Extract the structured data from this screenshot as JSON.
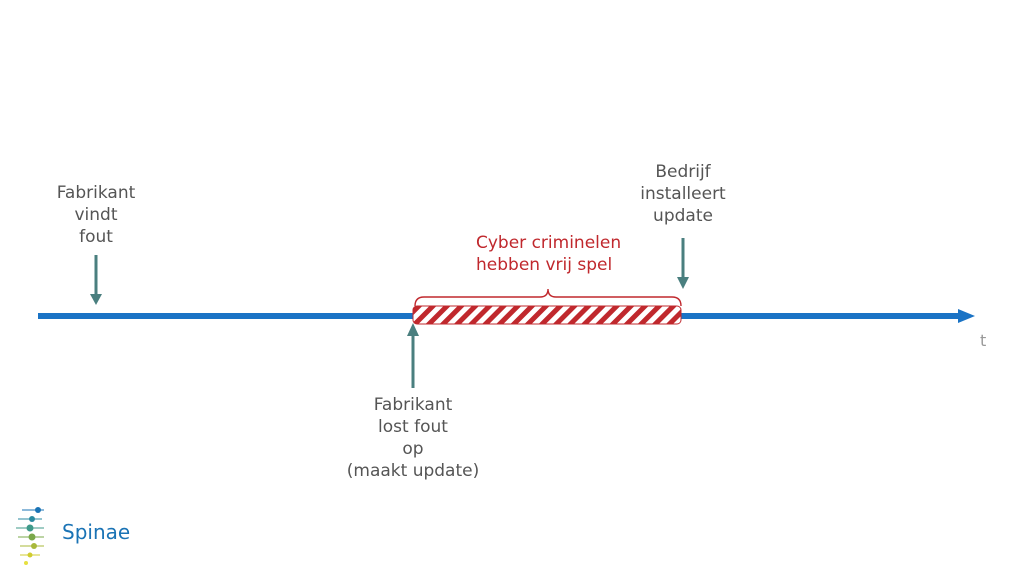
{
  "labels": {
    "finds": [
      "Fabrikant",
      "vindt",
      "fout"
    ],
    "installs": [
      "Bedrijf",
      "installeert",
      "update"
    ],
    "fixes": [
      "Fabrikant",
      "lost fout",
      "op",
      "(maakt update)"
    ],
    "criminals": [
      "Cyber criminelen",
      "hebben vrij spel"
    ],
    "axis_t": "t"
  },
  "logo": {
    "text": "Spinae"
  },
  "colors": {
    "timeline": "#1a73c5",
    "arrow": "#4a7f7f",
    "danger": "#c0282d",
    "text": "#555555"
  }
}
